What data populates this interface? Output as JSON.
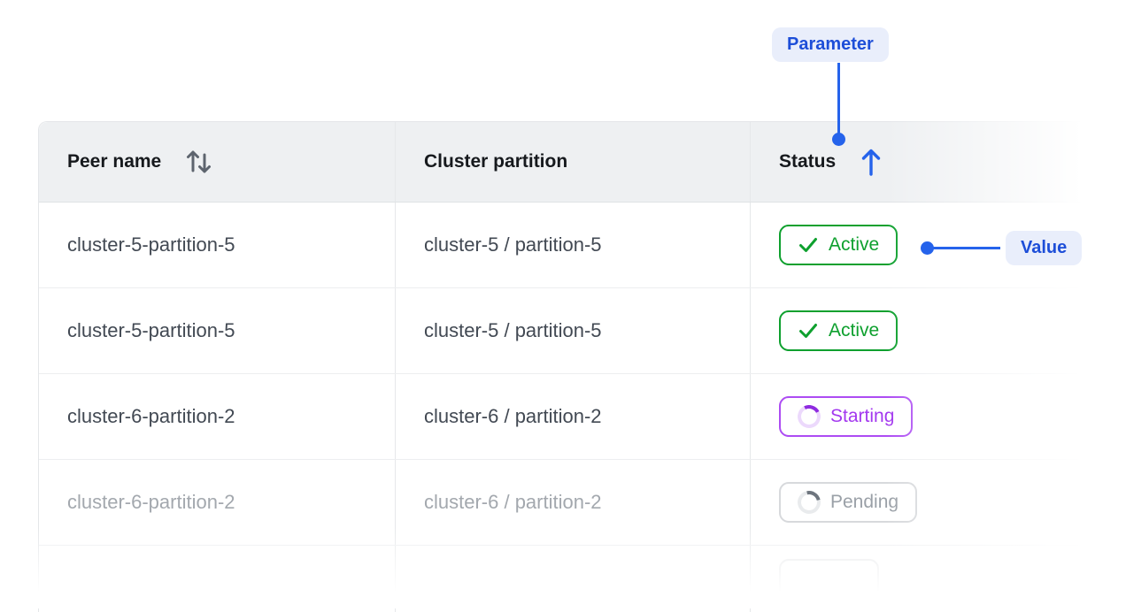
{
  "callouts": {
    "parameter": "Parameter",
    "value": "Value"
  },
  "table": {
    "columns": [
      {
        "label": "Peer name",
        "sort_state": "sortable"
      },
      {
        "label": "Cluster partition",
        "sort_state": "none"
      },
      {
        "label": "Status",
        "sort_state": "ascending"
      }
    ],
    "rows": [
      {
        "peer_name": "cluster-5-partition-5",
        "cluster_partition": "cluster-5 / partition-5",
        "status": "Active"
      },
      {
        "peer_name": "cluster-5-partition-5",
        "cluster_partition": "cluster-5 / partition-5",
        "status": "Active"
      },
      {
        "peer_name": "cluster-6-partition-2",
        "cluster_partition": "cluster-6 / partition-2",
        "status": "Starting"
      },
      {
        "peer_name": "cluster-6-partition-2",
        "cluster_partition": "cluster-6 / partition-2",
        "status": "Pending"
      }
    ]
  },
  "colors": {
    "accent_blue": "#2563eb",
    "callout_text": "#1d4ed8",
    "callout_bg": "#e9eefb",
    "status_active_green": "#0ea02e",
    "status_starting_purple": "#a338ef",
    "status_pending_gray": "#9aa0a7",
    "header_bg": "#eef0f2"
  }
}
